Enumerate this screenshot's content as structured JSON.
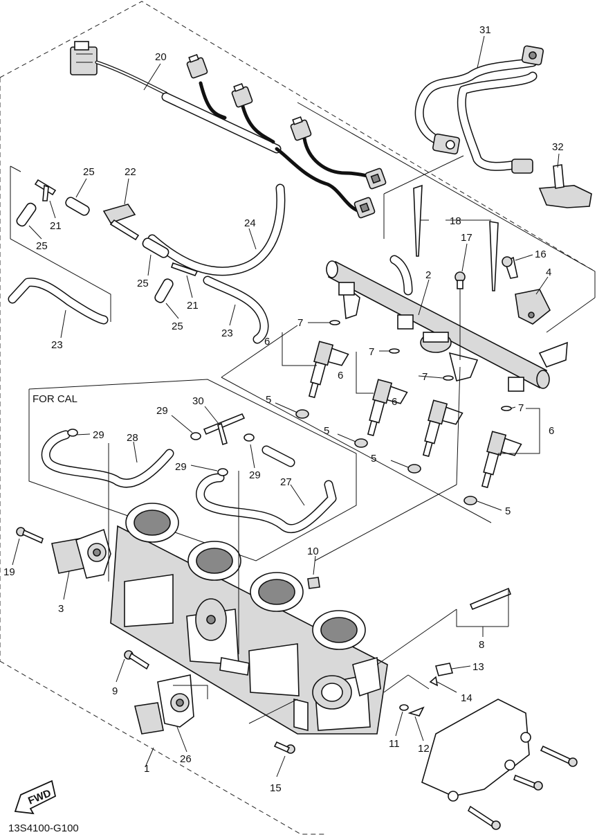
{
  "diagram": {
    "drawing_code": "13S4100-G100",
    "fwd_label": "FWD",
    "for_cal_label": "FOR CAL",
    "callouts": {
      "c1": "1",
      "c2": "2",
      "c3": "3",
      "c4": "4",
      "c5a": "5",
      "c5b": "5",
      "c5c": "5",
      "c5d": "5",
      "c6a": "6",
      "c6b": "6",
      "c6c": "6",
      "c6d": "6",
      "c7a": "7",
      "c7b": "7",
      "c7c": "7",
      "c7d": "7",
      "c8": "8",
      "c9": "9",
      "c10": "10",
      "c11": "11",
      "c12": "12",
      "c13": "13",
      "c14": "14",
      "c15": "15",
      "c16": "16",
      "c17": "17",
      "c18": "18",
      "c19": "19",
      "c20": "20",
      "c21a": "21",
      "c21b": "21",
      "c22": "22",
      "c23a": "23",
      "c23b": "23",
      "c24": "24",
      "c25a": "25",
      "c25b": "25",
      "c25c": "25",
      "c25d": "25",
      "c26": "26",
      "c27": "27",
      "c28": "28",
      "c29a": "29",
      "c29b": "29",
      "c29c": "29",
      "c29d": "29",
      "c30": "30",
      "c31": "31",
      "c32": "32"
    }
  }
}
